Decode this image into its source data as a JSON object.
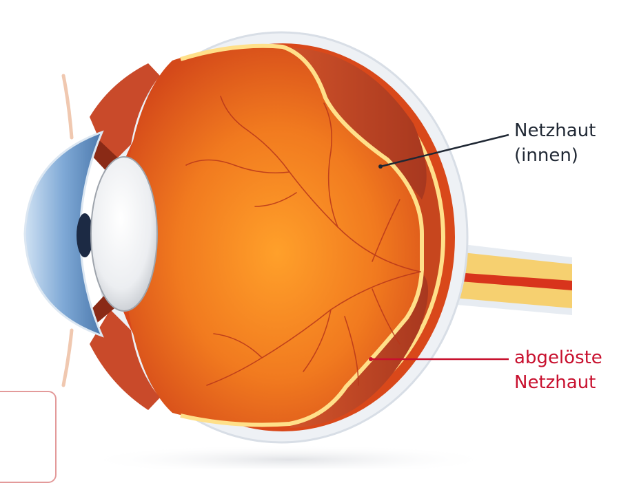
{
  "labels": {
    "inner_retina": [
      "Netzhaut",
      "(innen)"
    ],
    "detached_retina": [
      "abgelöste",
      "Netzhaut"
    ]
  },
  "colors": {
    "label_text": "#1f2733",
    "highlight_red": "#c8102e",
    "sclera": "#f1f3f7",
    "choroid": "#d9481a",
    "retina_line": "#ffe08a",
    "vitreous": "#ee6a1c",
    "cornea": "#8fb7e0",
    "lens": "#f2f3f5",
    "optic_nerve": "#f6d070"
  }
}
